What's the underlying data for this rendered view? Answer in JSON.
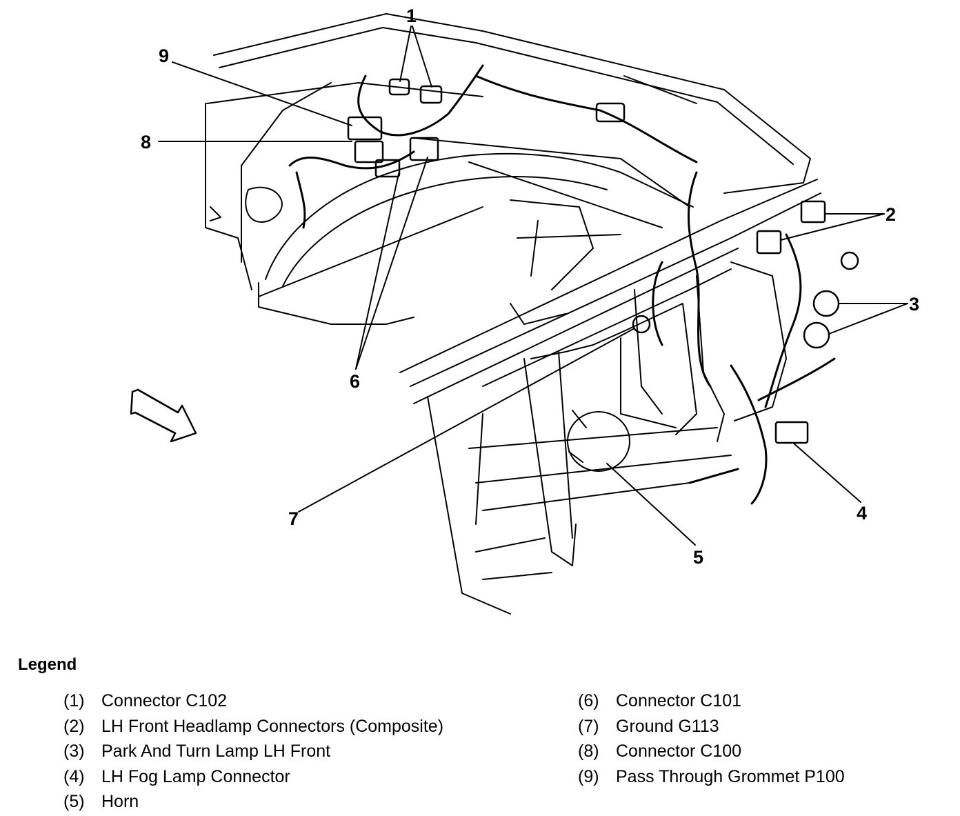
{
  "callouts": [
    {
      "id": 1,
      "label": "1"
    },
    {
      "id": 2,
      "label": "2"
    },
    {
      "id": 3,
      "label": "3"
    },
    {
      "id": 4,
      "label": "4"
    },
    {
      "id": 5,
      "label": "5"
    },
    {
      "id": 6,
      "label": "6"
    },
    {
      "id": 7,
      "label": "7"
    },
    {
      "id": 8,
      "label": "8"
    },
    {
      "id": 9,
      "label": "9"
    }
  ],
  "legend": {
    "title": "Legend",
    "left_items": [
      {
        "num": "(1)",
        "text": "Connector C102"
      },
      {
        "num": "(2)",
        "text": "LH Front Headlamp Connectors (Composite)"
      },
      {
        "num": "(3)",
        "text": "Park And Turn Lamp LH Front"
      },
      {
        "num": "(4)",
        "text": "LH Fog Lamp Connector"
      },
      {
        "num": "(5)",
        "text": "Horn"
      }
    ],
    "right_items": [
      {
        "num": "(6)",
        "text": "Connector C101"
      },
      {
        "num": "(7)",
        "text": "Ground G113"
      },
      {
        "num": "(8)",
        "text": "Connector C100"
      },
      {
        "num": "(9)",
        "text": "Pass Through Grommet P100"
      }
    ]
  }
}
